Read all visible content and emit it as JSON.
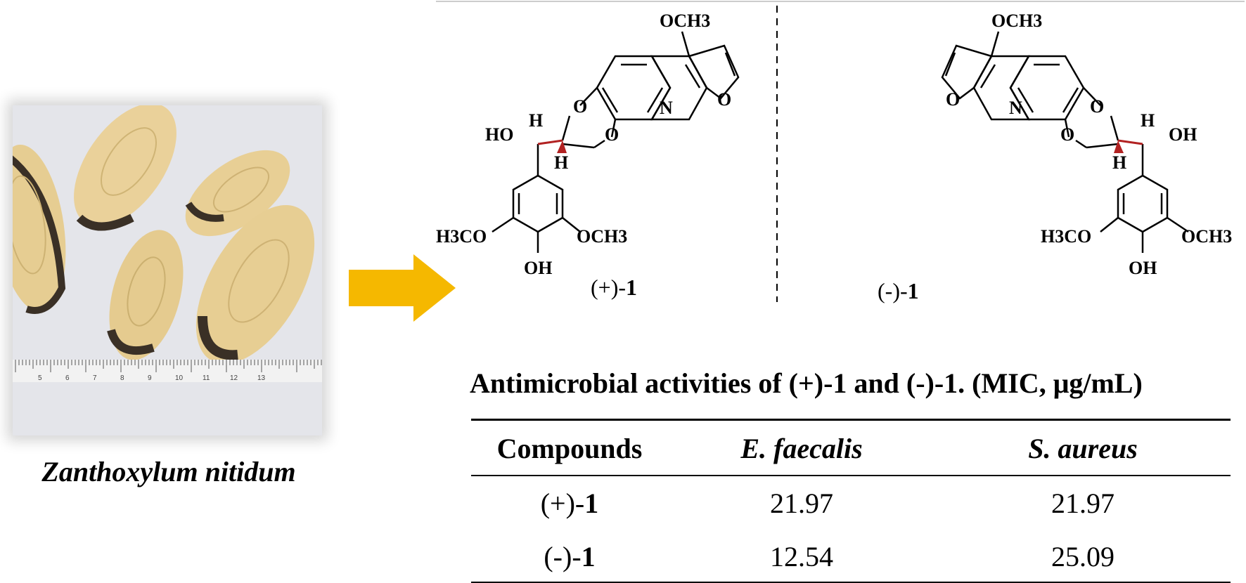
{
  "photo": {
    "caption": "Zanthoxylum nitidum",
    "ruler_ticks": [
      "5",
      "6",
      "7",
      "8",
      "9",
      "10",
      "11",
      "12",
      "13"
    ]
  },
  "arrow": {
    "color": "#f5b800"
  },
  "structures": [
    {
      "label_prefix": "(+)-",
      "label_number": "1",
      "atoms": {
        "methoxy_top": "OCH3",
        "ring_o1": "O",
        "ring_o2": "O",
        "nitrogen": "N",
        "furan_o": "O",
        "hydroxyl": "HO",
        "h_top": "H",
        "h_bottom": "H",
        "methoxy_left": "H3CO",
        "methoxy_right": "OCH3",
        "phenol": "OH"
      }
    },
    {
      "label_prefix": "(-)-",
      "label_number": "1",
      "atoms": {
        "methoxy_top": "OCH3",
        "ring_o1": "O",
        "ring_o2": "O",
        "nitrogen": "N",
        "furan_o": "O",
        "hydroxyl": "OH",
        "h_top": "H",
        "h_bottom": "H",
        "methoxy_left": "H3CO",
        "methoxy_right": "OCH3",
        "phenol": "OH"
      }
    }
  ],
  "colors": {
    "stereo_bond": "#b22222",
    "wood": "#e3c98b",
    "bark": "#3a3026"
  },
  "table": {
    "title": "Antimicrobial activities of (+)-1 and (-)-1. (MIC, μg/mL)",
    "headers": [
      "Compounds",
      "E. faecalis",
      "S. aureus"
    ],
    "rows": [
      {
        "prefix": "(+)-",
        "number": "1",
        "e_faecalis": "21.97",
        "s_aureus": "21.97"
      },
      {
        "prefix": "(-)-",
        "number": "1",
        "e_faecalis": "12.54",
        "s_aureus": "25.09"
      }
    ]
  }
}
